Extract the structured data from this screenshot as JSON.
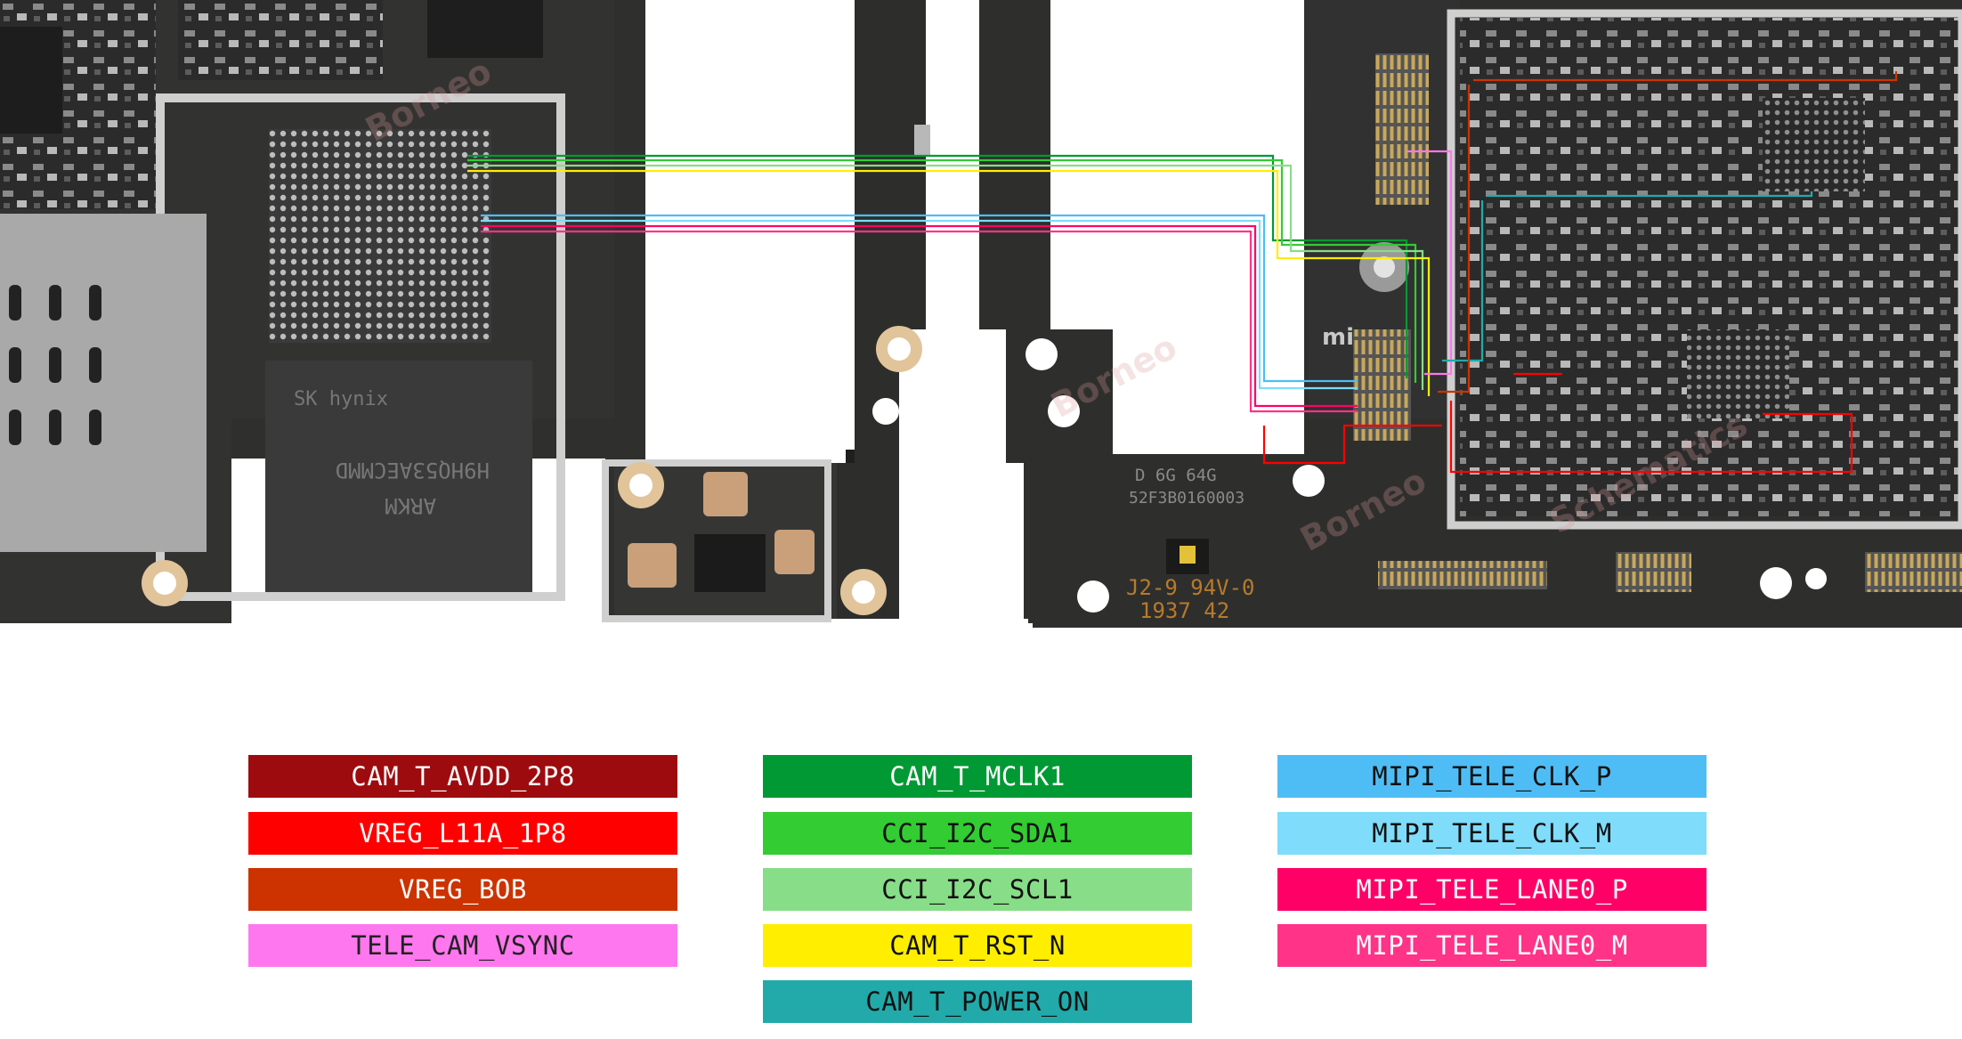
{
  "legend": {
    "columns": [
      [
        {
          "label": "CAM_T_AVDD_2P8",
          "bg": "#9e0b0f",
          "fg": "#ffffff"
        },
        {
          "label": "VREG_L11A_1P8",
          "bg": "#ff0000",
          "fg": "#ffffff"
        },
        {
          "label": "VREG_BOB",
          "bg": "#cc3300",
          "fg": "#ffffff"
        },
        {
          "label": "TELE_CAM_VSYNC",
          "bg": "#ff77ee",
          "fg": "#222222"
        }
      ],
      [
        {
          "label": "CAM_T_MCLK1",
          "bg": "#009933",
          "fg": "#ffffff"
        },
        {
          "label": "CCI_I2C_SDA1",
          "bg": "#33cc33",
          "fg": "#111111"
        },
        {
          "label": "CCI_I2C_SCL1",
          "bg": "#88dd88",
          "fg": "#111111"
        },
        {
          "label": "CAM_T_RST_N",
          "bg": "#ffee00",
          "fg": "#111111"
        },
        {
          "label": "CAM_T_POWER_ON",
          "bg": "#22aaaa",
          "fg": "#111111"
        }
      ],
      [
        {
          "label": "MIPI_TELE_CLK_P",
          "bg": "#4fbdf5",
          "fg": "#111111"
        },
        {
          "label": "MIPI_TELE_CLK_M",
          "bg": "#7fdcfa",
          "fg": "#111111"
        },
        {
          "label": "MIPI_TELE_LANE0_P",
          "bg": "#ff0066",
          "fg": "#ffffff"
        },
        {
          "label": "MIPI_TELE_LANE0_M",
          "bg": "#ff3388",
          "fg": "#ffffff"
        }
      ]
    ]
  },
  "board": {
    "chip_markings": [
      "SK hynix",
      "H9HQ53AECMMD",
      "ARKM"
    ],
    "silkscreen": [
      "D 6G 64G",
      "52F3B0160003",
      "J2-9 94V-0",
      "1937 42"
    ],
    "logo": "mi-logo",
    "watermark": "Borneo Schematics"
  }
}
